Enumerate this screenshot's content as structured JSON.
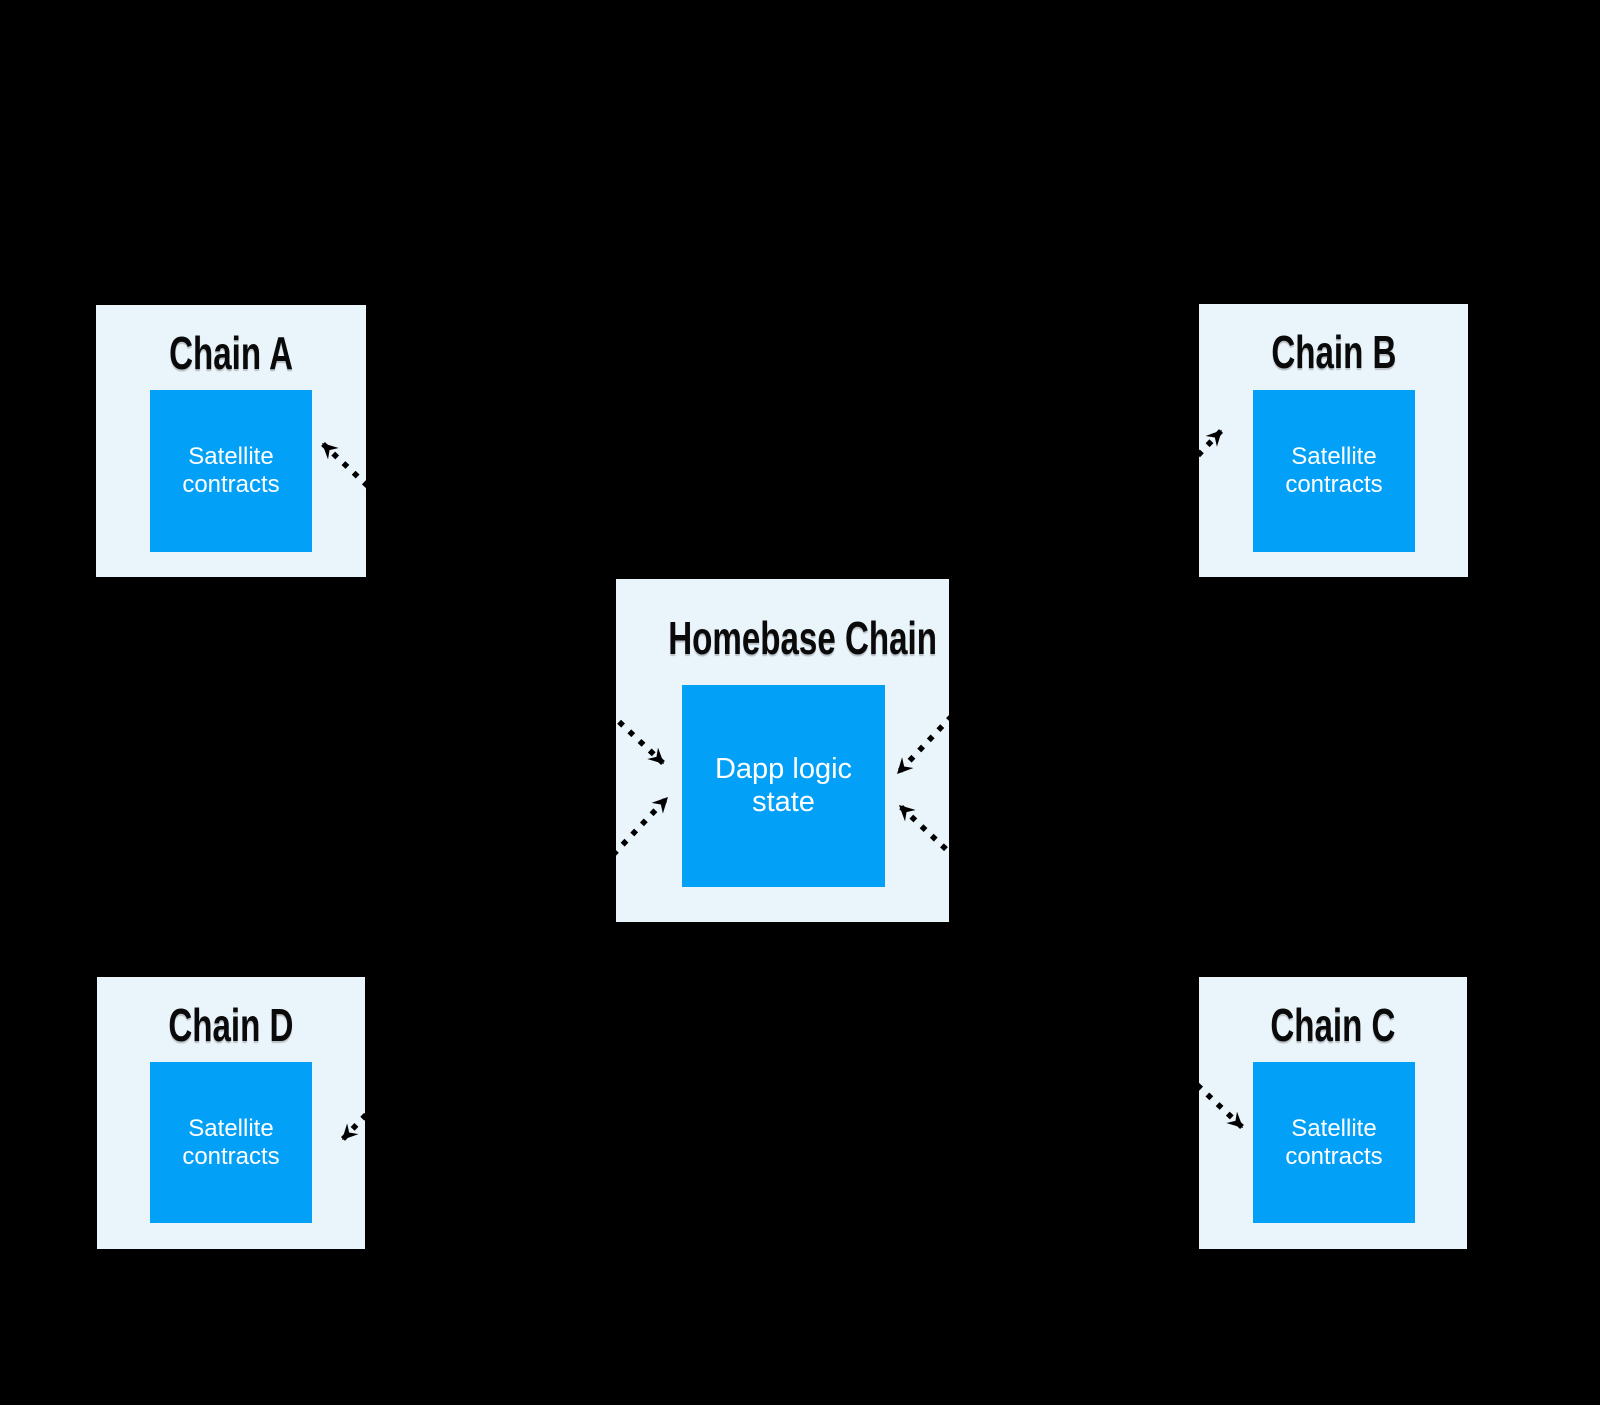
{
  "colors": {
    "background": "#000000",
    "panel": "#EAF4FB",
    "box": "#03A0F8",
    "box_text": "#FFFFFF",
    "title_text": "#0A0A0A",
    "arrow": "#000000"
  },
  "center": {
    "title": "Homebase Chain",
    "box_lines": [
      "Dapp logic",
      "state"
    ]
  },
  "chains": [
    {
      "title": "Chain A",
      "box_lines": [
        "Satellite",
        "contracts"
      ]
    },
    {
      "title": "Chain B",
      "box_lines": [
        "Satellite",
        "contracts"
      ]
    },
    {
      "title": "Chain C",
      "box_lines": [
        "Satellite",
        "contracts"
      ]
    },
    {
      "title": "Chain D",
      "box_lines": [
        "Satellite",
        "contracts"
      ]
    }
  ],
  "connections": [
    {
      "from": "Chain A",
      "to": "Homebase Chain",
      "style": "dashed",
      "arrows": "both"
    },
    {
      "from": "Chain B",
      "to": "Homebase Chain",
      "style": "dashed",
      "arrows": "both"
    },
    {
      "from": "Chain C",
      "to": "Homebase Chain",
      "style": "dashed",
      "arrows": "both"
    },
    {
      "from": "Chain D",
      "to": "Homebase Chain",
      "style": "dashed",
      "arrows": "both"
    }
  ]
}
